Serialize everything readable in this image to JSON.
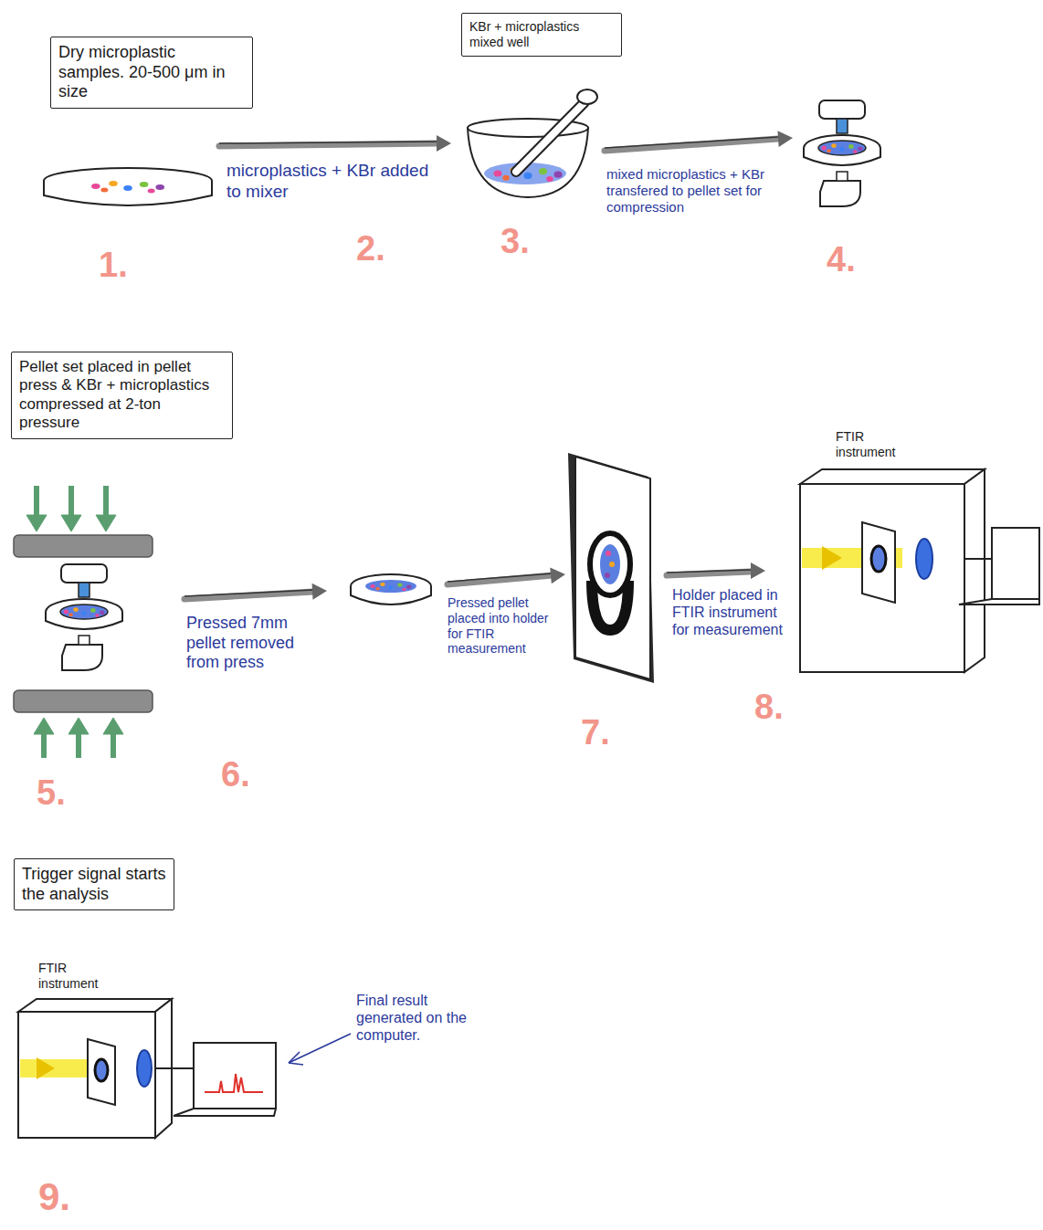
{
  "diagram": {
    "nodes": [
      {
        "text": [
          "Dry microplastic samples. 20-500 μm in size"
        ]
      },
      {
        "text": [
          "KBr + microplastics mixed well"
        ]
      },
      {
        "text": [
          "Pellet set placed in pellet press & KBr + microplastics compressed at 2-ton pressure"
        ]
      },
      {
        "text": [
          "Trigger signal starts the analysis"
        ]
      }
    ],
    "labels": [
      "microplastics + KBr added to mixer",
      "mixed microplastics + KBr transfered to pellet set for compression",
      "1.",
      "2.",
      "3.",
      "4.",
      "Pressed 7mm pellet removed from press",
      "Pressed pellet placed into holder for FTIR measurement",
      "FTIR instrument",
      "Holder placed in FTIR instrument for measurement",
      "5.",
      "6.",
      "7.",
      "8.",
      "FTIR instrument",
      "Final result generated on the computer.",
      "9."
    ]
  }
}
